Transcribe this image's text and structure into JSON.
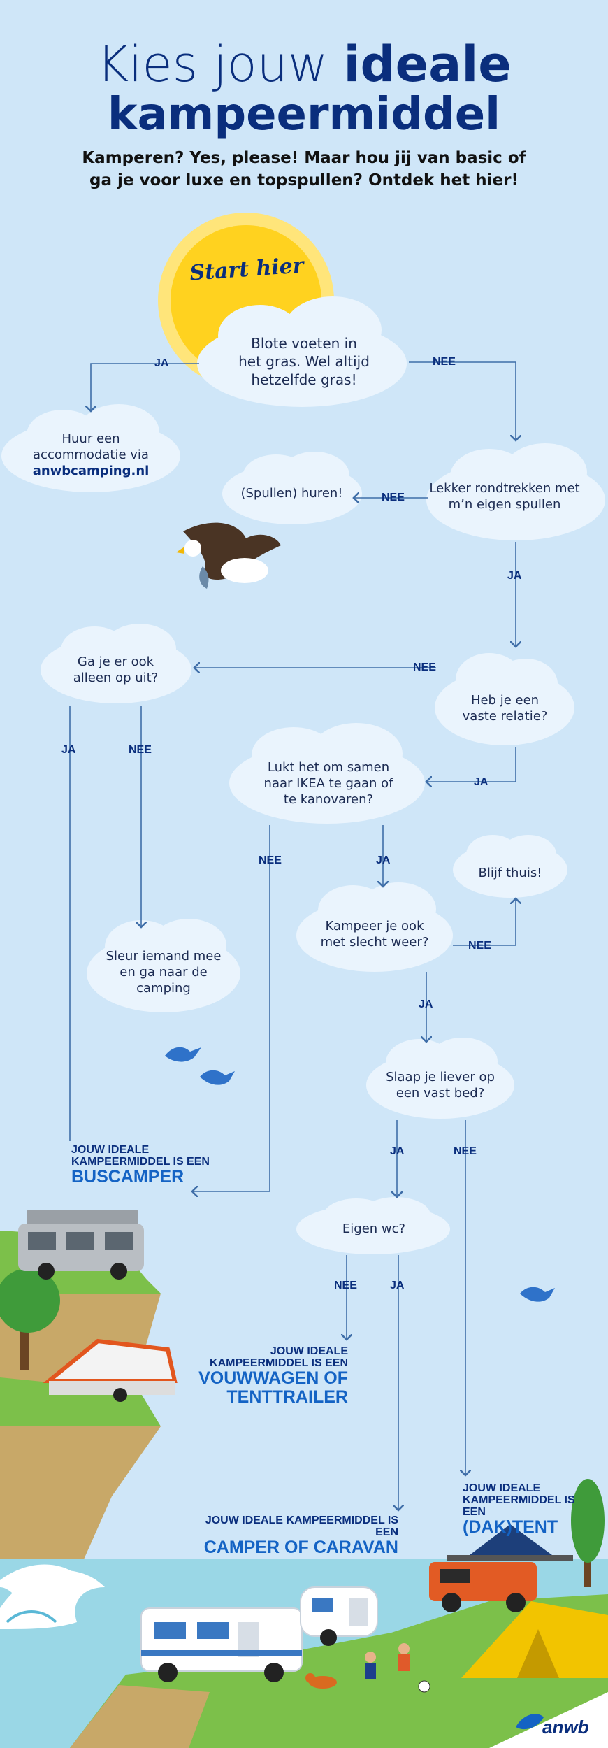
{
  "title": {
    "line1_light": "Kies jouw",
    "line1_bold": "ideale",
    "line2": "kampeermiddel"
  },
  "subtitle": "Kamperen? Yes, please! Maar hou jij van basic of ga je voor luxe en topspullen? Ontdek het hier!",
  "start_label": "Start hier",
  "nodes": {
    "q_blote_voeten": "Blote voeten in het gras. Wel altijd hetzelfde gras!",
    "a_huur": "Huur een accommodatie via",
    "a_huur_link": "anwbcamping.nl",
    "q_rondtrekken": "Lekker rondtrekken met m’n eigen spullen",
    "q_spullen_huren": "(Spullen) huren!",
    "q_alleen": "Ga je er ook alleen op uit?",
    "q_vaste_relatie": "Heb je een vaste relatie?",
    "q_ikea": "Lukt het om samen naar IKEA te gaan of te kanovaren?",
    "a_blijf_thuis": "Blijf thuis!",
    "q_slecht_weer": "Kampeer je ook met slecht weer?",
    "a_sleur": "Sleur iemand mee en ga naar de camping",
    "q_vast_bed": "Slaap je liever op een vast bed?",
    "q_eigen_wc": "Eigen wc?"
  },
  "edge_labels": {
    "ja": "JA",
    "nee": "NEE"
  },
  "results": {
    "buscamper_pre": "JOUW IDEALE KAMPEERMIDDEL IS EEN",
    "buscamper": "BUSCAMPER",
    "vouwwagen_pre": "JOUW IDEALE KAMPEERMIDDEL IS EEN",
    "vouwwagen": "VOUWWAGEN OF TENTTRAILER",
    "camper_pre": "JOUW IDEALE KAMPEERMIDDEL IS EEN",
    "camper": "CAMPER OF CARAVAN",
    "daktent_pre": "JOUW IDEALE KAMPEERMIDDEL IS EEN",
    "daktent": "(DAK)TENT"
  },
  "logo": "anwb",
  "colors": {
    "background": "#cfe6f8",
    "navy": "#0a2e7d",
    "accent_blue": "#1463c4",
    "sun": "#ffd21f",
    "line": "#3f6ea8"
  },
  "icons": [
    "sun-icon",
    "eagle-icon",
    "bird-icon",
    "van-icon",
    "tent-trailer-icon",
    "camper-icon",
    "caravan-icon",
    "car-icon",
    "tent-icon",
    "wave-icon",
    "tree-icon",
    "dog-icon",
    "kids-icon",
    "anwb-logo-icon"
  ]
}
